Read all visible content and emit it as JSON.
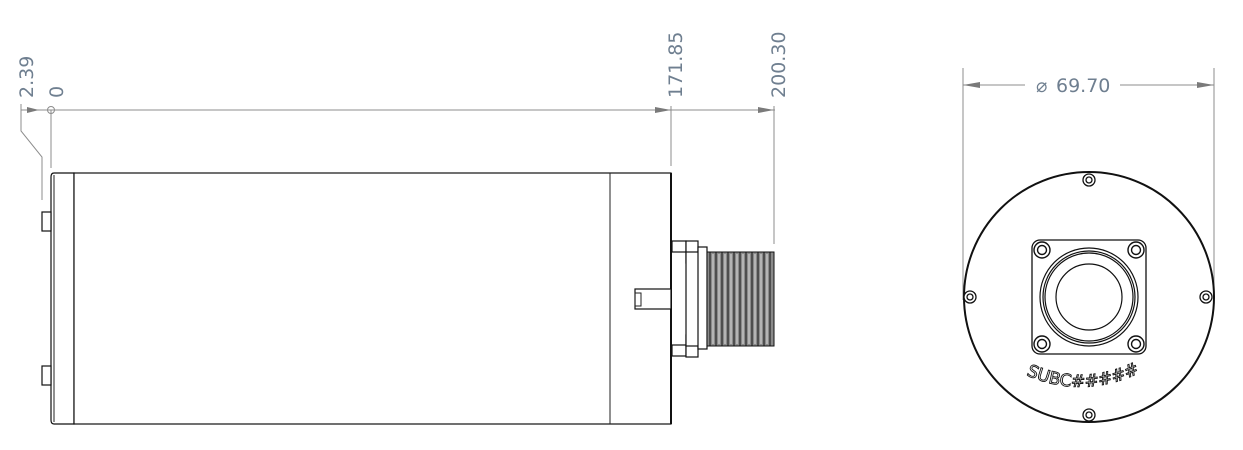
{
  "drawing": {
    "side_view": {
      "dimensions": {
        "offset_label": "2.39",
        "origin_label": "0",
        "body_length_label": "171.85",
        "overall_length_label": "200.30"
      }
    },
    "end_view": {
      "dimensions": {
        "diameter_symbol": "⌀",
        "diameter_label": "69.70"
      },
      "engraving": "SUBC#####"
    },
    "colors": {
      "dimension_text": "#6f7f90",
      "dimension_line": "#8c8c8c",
      "part_outline": "#111111",
      "background": "#ffffff"
    }
  }
}
